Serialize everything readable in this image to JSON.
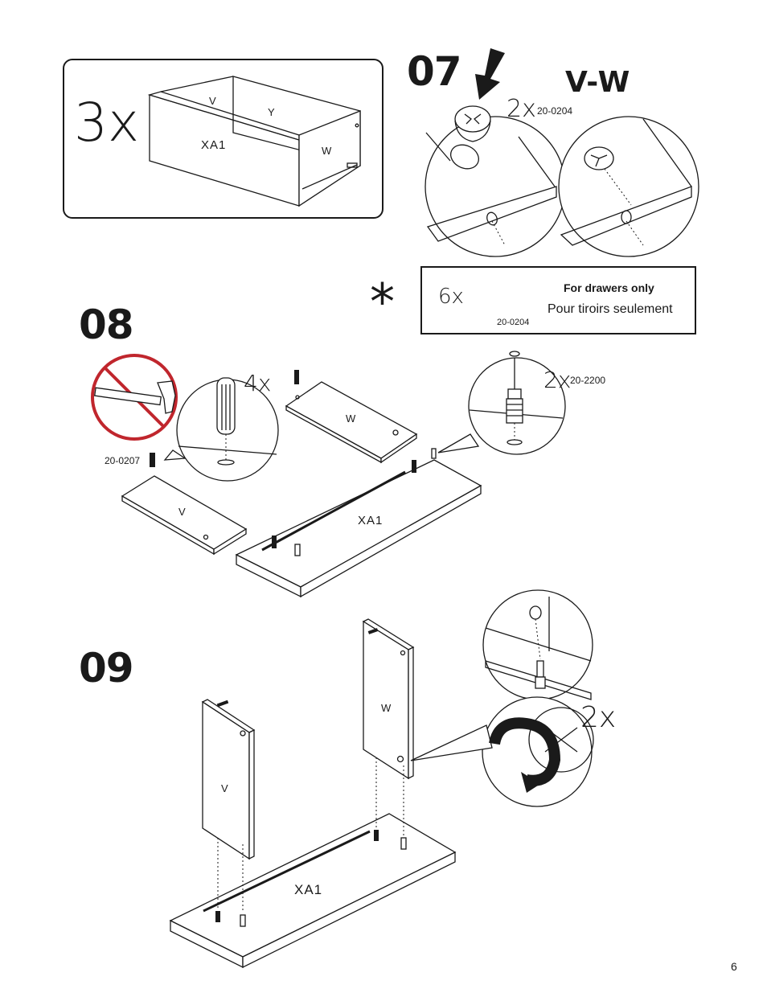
{
  "top_box": {
    "count": "3x",
    "labels": {
      "xa1": "XA1",
      "v": "V",
      "y": "Y",
      "w": "W"
    }
  },
  "step07": {
    "number": "07",
    "title": "V-W",
    "count": "2x",
    "part_code": "20-0204"
  },
  "note": {
    "asterisk": "*",
    "count": "6x",
    "part_code": "20-0204",
    "title": "For drawers only",
    "subtitle": "Pour tiroirs seulement"
  },
  "step08": {
    "number": "08",
    "dowel_count": "4x",
    "bolt_count": "2x",
    "bolt_code": "20-2200",
    "dowel_code": "20-0207",
    "labels": {
      "w": "W",
      "v": "V",
      "xa1": "XA1"
    }
  },
  "step09": {
    "number": "09",
    "count": "2x",
    "labels": {
      "w": "W",
      "v": "V",
      "xa1": "XA1"
    }
  },
  "page_number": "6",
  "colors": {
    "ink": "#1a1a1a",
    "prohibit_red": "#c0262d",
    "paper": "#ffffff"
  }
}
